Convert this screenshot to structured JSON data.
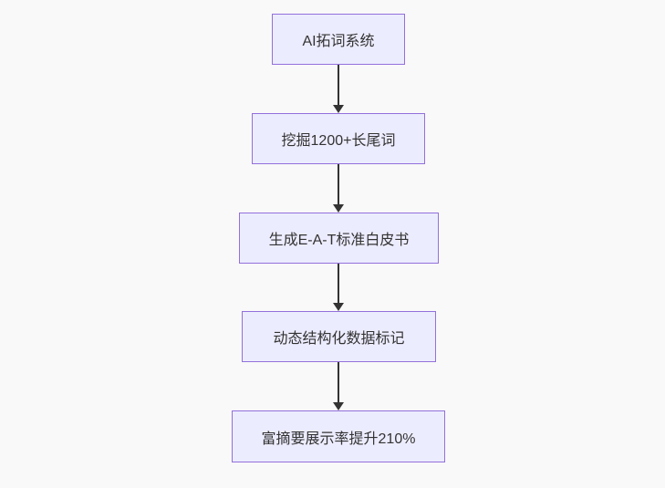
{
  "diagram": {
    "type": "flowchart",
    "direction": "top-down",
    "nodes": [
      {
        "id": "node-1",
        "label": "AI拓词系统"
      },
      {
        "id": "node-2",
        "label": "挖掘1200+长尾词"
      },
      {
        "id": "node-3",
        "label": "生成E-A-T标准白皮书"
      },
      {
        "id": "node-4",
        "label": "动态结构化数据标记"
      },
      {
        "id": "node-5",
        "label": "富摘要展示率提升210%"
      }
    ],
    "edges": [
      {
        "from": "node-1",
        "to": "node-2"
      },
      {
        "from": "node-2",
        "to": "node-3"
      },
      {
        "from": "node-3",
        "to": "node-4"
      },
      {
        "from": "node-4",
        "to": "node-5"
      }
    ],
    "colors": {
      "node_fill": "#ECECFF",
      "node_border": "#9370DB",
      "arrow": "#333333",
      "text": "#333333",
      "background": "#f9f9f9"
    }
  }
}
